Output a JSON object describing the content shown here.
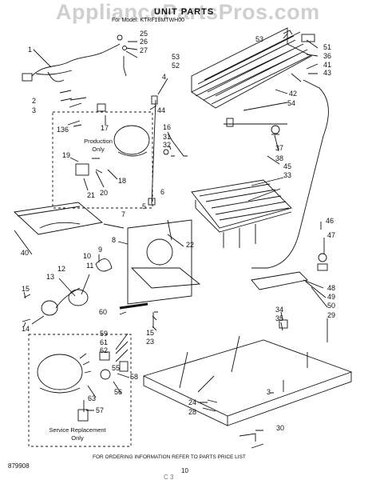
{
  "watermark": "AppliancePartsPros.com",
  "title": "UNIT PARTS",
  "model_line": "For Model: KTRF18MTWH00",
  "notes": {
    "production_line1": "Production",
    "production_line2": "Only",
    "service_line1": "Service Replacement",
    "service_line2": "Only"
  },
  "footer": {
    "ordering_info": "FOR ORDERING INFORMATION REFER TO PARTS PRICE LIST",
    "figure_id": "879908",
    "page_number": "10",
    "bottom_marks": "C 3"
  },
  "part_numbers": [
    "1",
    "2",
    "3",
    "136",
    "17",
    "19",
    "20",
    "21",
    "18",
    "4",
    "44",
    "25",
    "26",
    "27",
    "53",
    "52",
    "53",
    "51",
    "36",
    "41",
    "43",
    "42",
    "54",
    "16",
    "31",
    "32",
    "37",
    "38",
    "45",
    "33",
    "6",
    "5",
    "7",
    "22",
    "8",
    "40",
    "46",
    "47",
    "48",
    "49",
    "50",
    "29",
    "9",
    "10",
    "11",
    "12",
    "13",
    "15",
    "14",
    "60",
    "34",
    "35",
    "15",
    "23",
    "59",
    "61",
    "62",
    "55",
    "58",
    "56",
    "63",
    "57",
    "24",
    "28",
    "3",
    "30"
  ],
  "colors": {
    "ink": "#111111",
    "watermark": "#cfcfcf",
    "paper": "#ffffff"
  }
}
